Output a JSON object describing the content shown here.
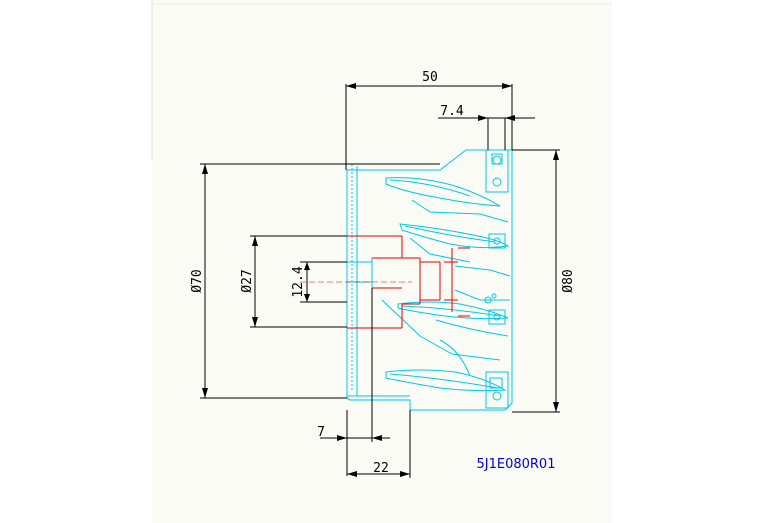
{
  "drawing": {
    "dimensions": {
      "overall_length": "50",
      "insert_offset": "7.4",
      "body_diameter": "Ø70",
      "bore_diameter": "Ø27",
      "keyway_width": "12.4",
      "cutting_diameter": "Ø80",
      "keyway_depth": "7",
      "bore_depth": "22"
    },
    "part_number": "5J1E080R01",
    "colors": {
      "dimension": "#000000",
      "outline": "#00c8e6",
      "hidden": "#e00000",
      "part_number": "#0000d0"
    }
  }
}
